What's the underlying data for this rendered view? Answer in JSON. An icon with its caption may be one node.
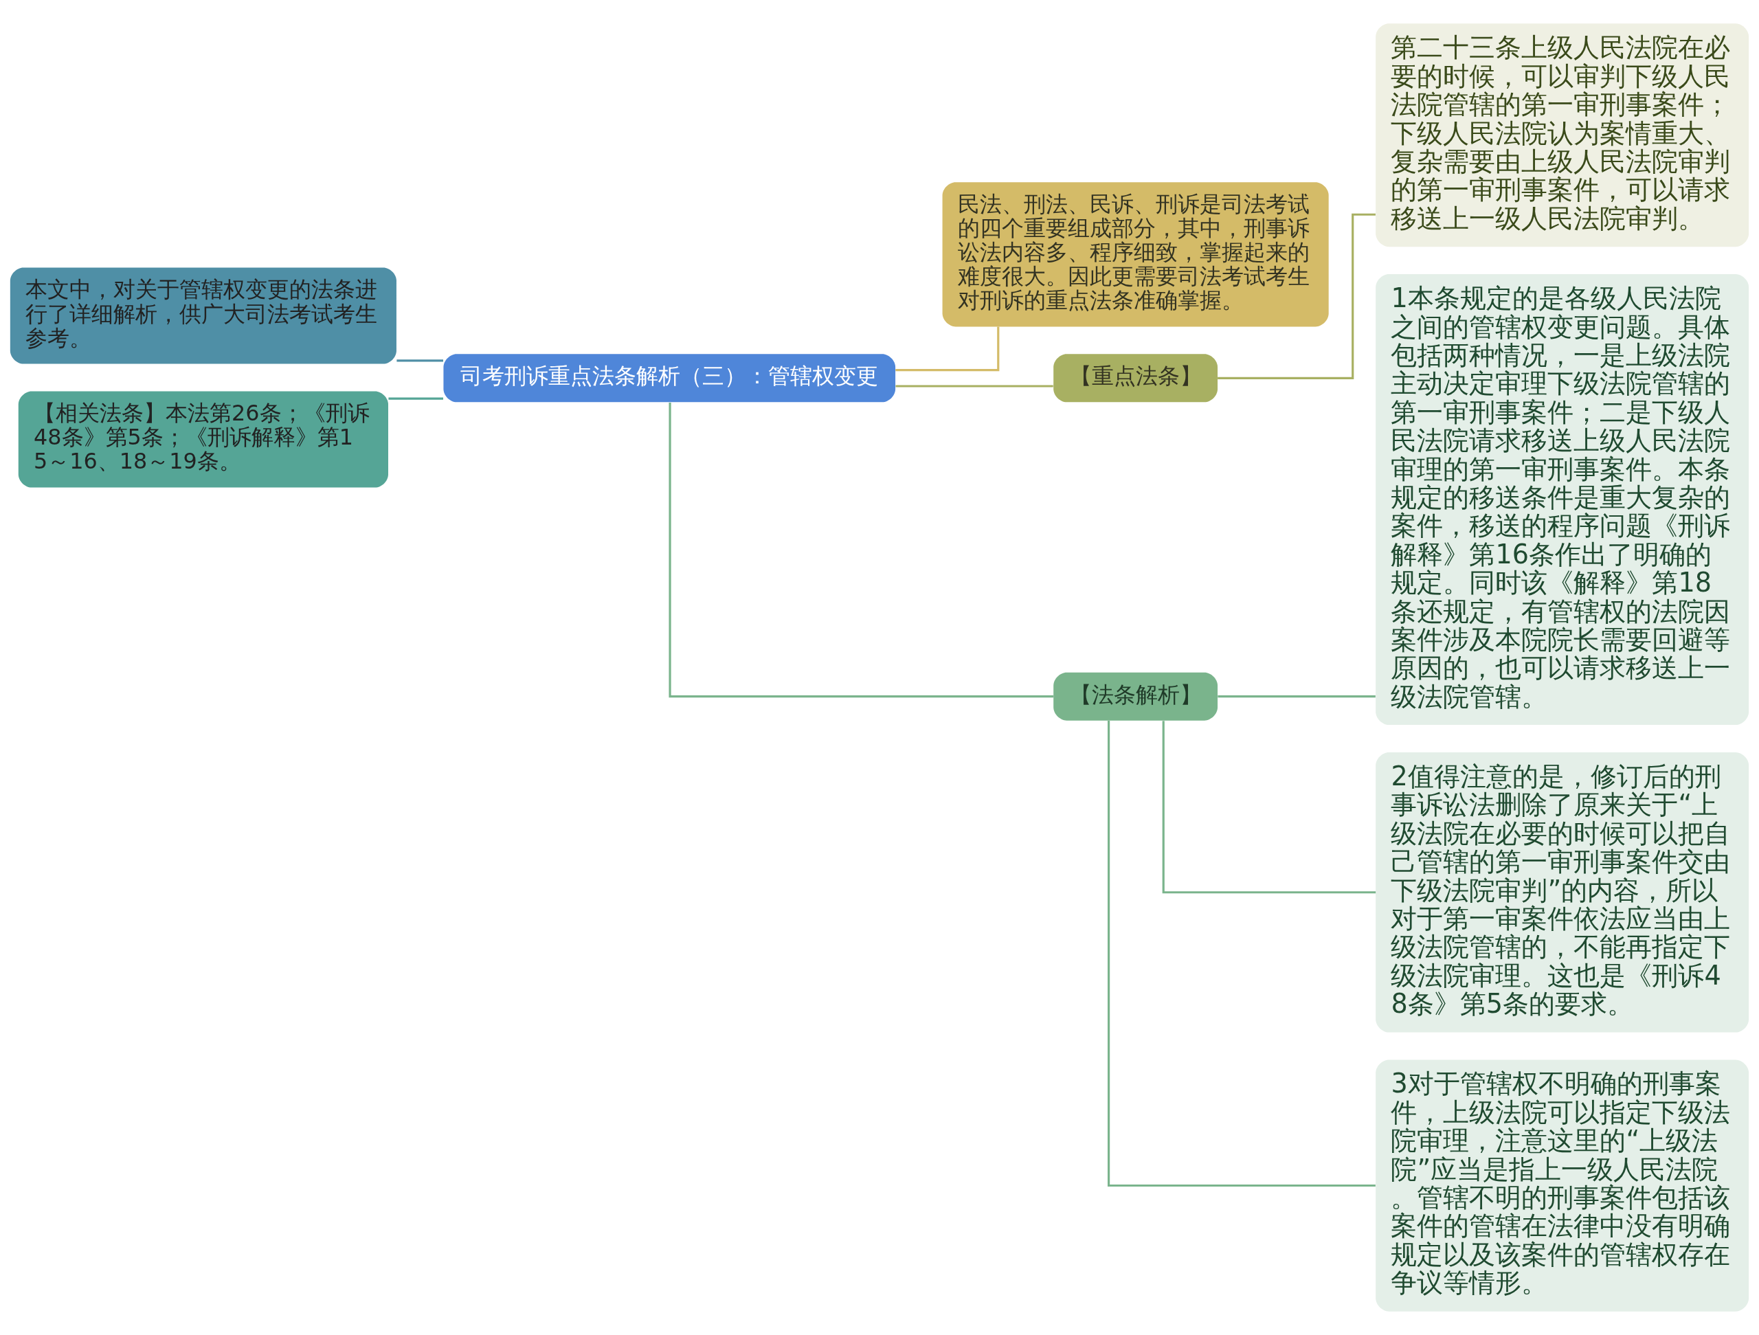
{
  "diagram": {
    "nodes": [
      {
        "text": [
          "司考刑诉重点法条解析（三）：管辖权变更"
        ]
      },
      {
        "text": [
          "本文中，对关于管辖权变更的法条进行了详细解析，供广大司法考试考生参考。"
        ]
      },
      {
        "text": [
          "【相关法条】本法第26条；《刑诉48条》第5条；《刑诉解释》第15～16、18～19条。"
        ]
      },
      {
        "text": [
          "民法、刑法、民诉、刑诉是司法考试的四个重要组成部分，其中，刑事诉讼法内容多、程序细致，掌握起来的难度很大。因此更需要司法考试考生对刑诉的重点法条准确掌握。"
        ]
      },
      {
        "text": [
          "【重点法条】"
        ]
      },
      {
        "text": [
          "第二十三条上级人民法院在必要的时候，可以审判下级人民法院管辖的第一审刑事案件；下级人民法院认为案情重大、复杂需要由上级人民法院审判的第一审刑事案件，可以请求移送上一级人民法院审判。"
        ]
      },
      {
        "text": [
          "【法条解析】"
        ]
      },
      {
        "text": [
          "1本条规定的是各级人民法院之间的管辖权变更问题。具体包括两种情况，一是上级法院主动决定审理下级法院管辖的第一审刑事案件；二是下级人民法院请求移送上级人民法院审理的第一审刑事案件。本条规定的移送条件是重大复杂的案件，移送的程序问题《刑诉解释》第16条作出了明确的规定。同时该《解释》第18条还规定，有管辖权的法院因案件涉及本院院长需要回避等原因的，也可以请求移送上一级法院管辖。"
        ]
      },
      {
        "text": [
          "2值得注意的是，修订后的刑事诉讼法删除了原来关于“上级法院在必要的时候可以把自己管辖的第一审刑事案件交由下级法院审判”的内容，所以对于第一审案件依法应当由上级法院管辖的，不能再指定下级法院审理。这也是《刑诉48条》第5条的要求。"
        ]
      },
      {
        "text": [
          "3对于管辖权不明确的刑事案件，上级法院可以指定下级法院审理，注意这里的“上级法院”应当是指上一级人民法院。管辖不明的刑事案件包括该案件的管辖在法律中没有明确规定以及该案件的管辖权存在争议等情形。"
        ]
      }
    ],
    "edges": [
      {
        "from": 0,
        "to": 1,
        "arrow": "none",
        "color": "#4f8fa6"
      },
      {
        "from": 0,
        "to": 2,
        "arrow": "none",
        "color": "#55a596"
      },
      {
        "from": 0,
        "to": 3,
        "arrow": "none",
        "color": "#d4bb68"
      },
      {
        "from": 0,
        "to": 4,
        "arrow": "none",
        "color": "#a8b062"
      },
      {
        "from": 4,
        "to": 5,
        "arrow": "none",
        "color": "#a8b062"
      },
      {
        "from": 0,
        "to": 6,
        "arrow": "none"
      },
      {
        "from": 6,
        "to": 7,
        "arrow": "none"
      },
      {
        "from": 6,
        "to": 8,
        "arrow": "none"
      },
      {
        "from": 6,
        "to": 9,
        "arrow": "none"
      }
    ]
  }
}
